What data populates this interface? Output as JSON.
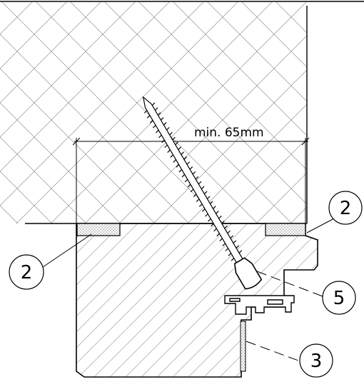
{
  "dimension": {
    "label": "min. 65mm"
  },
  "callouts": [
    {
      "number": "2"
    },
    {
      "number": "2"
    },
    {
      "number": "5"
    },
    {
      "number": "3"
    }
  ]
}
